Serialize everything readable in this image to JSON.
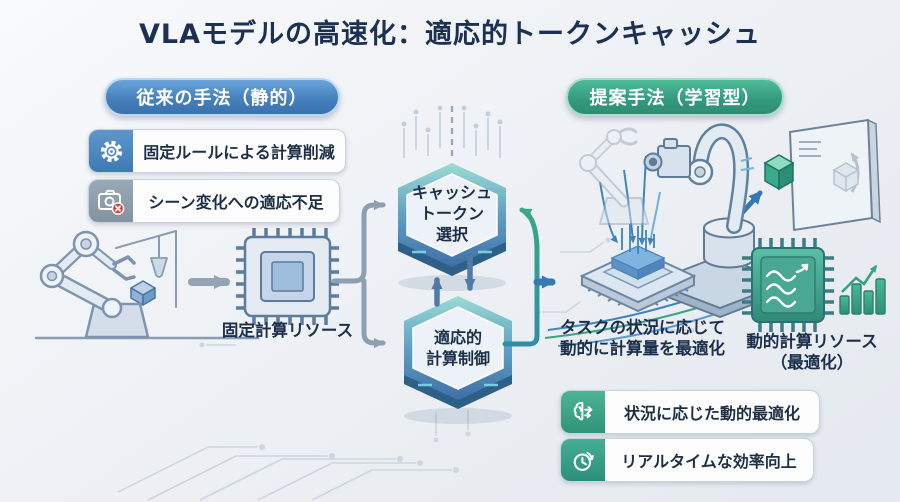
{
  "title": "VLAモデルの高速化：適応的トークンキャッシュ",
  "left": {
    "header": "従来の手法（静的）",
    "features": [
      {
        "icon": "gear-icon",
        "label": "固定ルールによる計算削減"
      },
      {
        "icon": "camera-error-icon",
        "label": "シーン変化への適応不足"
      }
    ],
    "resource_label": "固定計算リソース"
  },
  "center": {
    "hex_top": "キャッシュ\nトークン\n選択",
    "hex_bottom": "適応的\n計算制御"
  },
  "right": {
    "header": "提案手法（学習型）",
    "chip_label": "タスクの状況に応じて\n動的に計算量を最適化",
    "resource_label": "動的計算リソース\n（最適化）",
    "features": [
      {
        "icon": "brain-arrows-icon",
        "label": "状況に応じた動的最適化"
      },
      {
        "icon": "clock-arrow-icon",
        "label": "リアルタイムな効率向上"
      }
    ]
  },
  "colors": {
    "title_text": "#1b3052",
    "legacy_accent": "#4580bd",
    "proposed_accent": "#33997d",
    "gray_icon": "#84939f",
    "error_badge": "#d94040",
    "arrow_gray": "#93a4b4",
    "arrow_steel": "#4f7aa6",
    "arrow_blue": "#3579b2",
    "arrow_green": "#3aa583",
    "arrow_teal": "#2e8fa8"
  }
}
